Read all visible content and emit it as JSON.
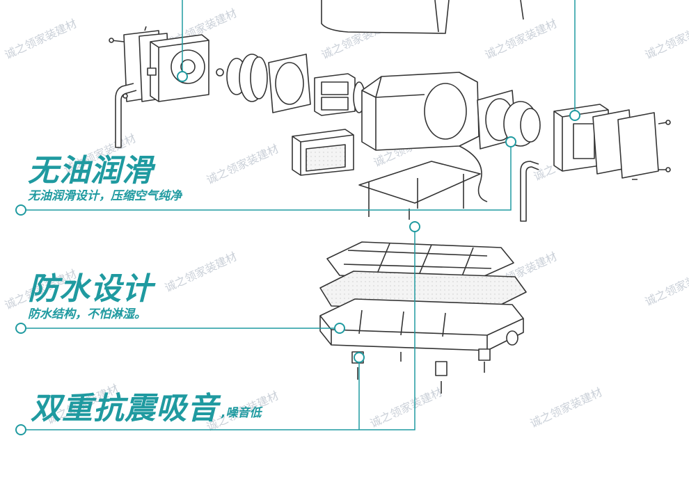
{
  "colors": {
    "accent": "#1f9aa0",
    "line": "#333333",
    "watermark": "#b9c1cc"
  },
  "features": [
    {
      "id": "oil-free",
      "title": "无油润滑",
      "subtitle": "无油润滑设计，压缩空气纯净"
    },
    {
      "id": "waterproof",
      "title": "防水设计",
      "subtitle": "防水结构，不怕淋湿。"
    },
    {
      "id": "anti-vibration",
      "title": "双重抗震吸音",
      "subtitle": ",噪音低"
    }
  ],
  "watermark": {
    "text": "诚之领家装建材"
  }
}
